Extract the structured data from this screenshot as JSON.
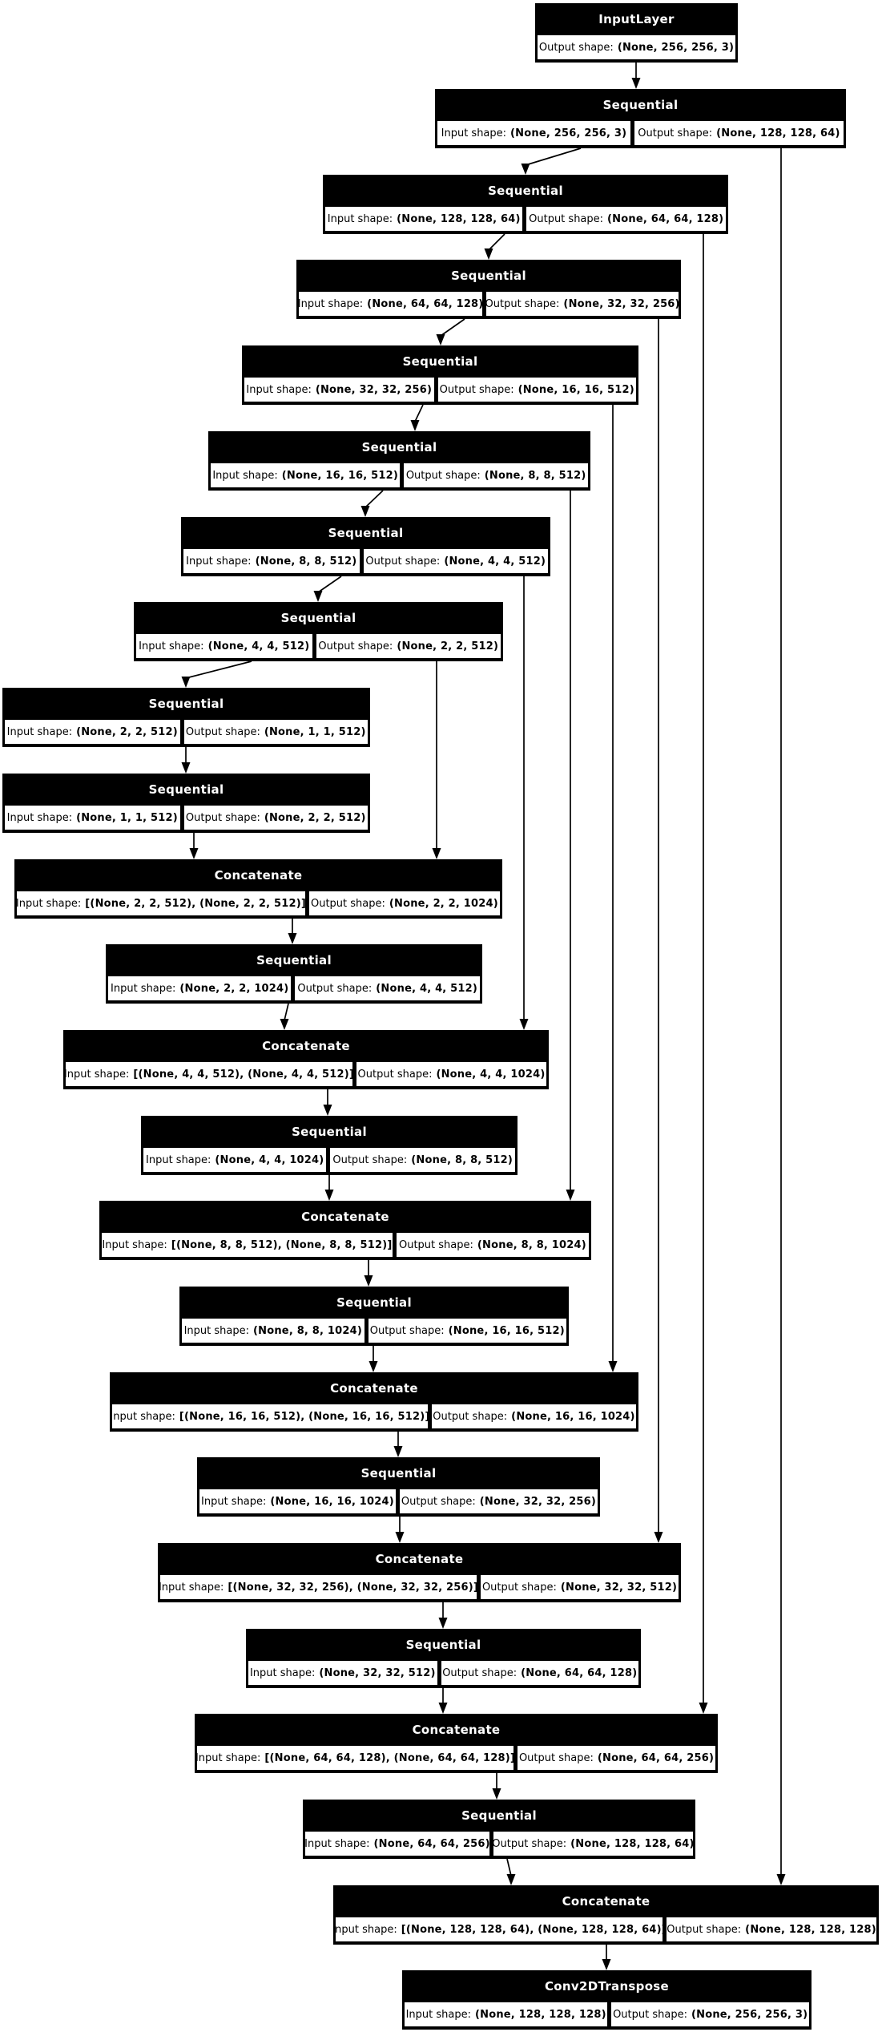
{
  "diagram": {
    "kind": "keras-model-graph",
    "labels": {
      "input_prefix": "Input shape:",
      "output_prefix": "Output shape:"
    },
    "colors": {
      "background": "#ffffff",
      "node_fill": "#000000",
      "node_title_text": "#ffffff",
      "cell_fill": "#ffffff",
      "cell_text": "#000000",
      "edge": "#000000"
    },
    "nodes": [
      {
        "title": "InputLayer",
        "input": null,
        "output": "(None, 256, 256, 3)"
      },
      {
        "title": "Sequential",
        "input": "(None, 256, 256, 3)",
        "output": "(None, 128, 128, 64)"
      },
      {
        "title": "Sequential",
        "input": "(None, 128, 128, 64)",
        "output": "(None, 64, 64, 128)"
      },
      {
        "title": "Sequential",
        "input": "(None, 64, 64, 128)",
        "output": "(None, 32, 32, 256)"
      },
      {
        "title": "Sequential",
        "input": "(None, 32, 32, 256)",
        "output": "(None, 16, 16, 512)"
      },
      {
        "title": "Sequential",
        "input": "(None, 16, 16, 512)",
        "output": "(None, 8, 8, 512)"
      },
      {
        "title": "Sequential",
        "input": "(None, 8, 8, 512)",
        "output": "(None, 4, 4, 512)"
      },
      {
        "title": "Sequential",
        "input": "(None, 4, 4, 512)",
        "output": "(None, 2, 2, 512)"
      },
      {
        "title": "Sequential",
        "input": "(None, 2, 2, 512)",
        "output": "(None, 1, 1, 512)"
      },
      {
        "title": "Sequential",
        "input": "(None, 1, 1, 512)",
        "output": "(None, 2, 2, 512)"
      },
      {
        "title": "Concatenate",
        "input": "[(None, 2, 2, 512), (None, 2, 2, 512)]",
        "output": "(None, 2, 2, 1024)"
      },
      {
        "title": "Sequential",
        "input": "(None, 2, 2, 1024)",
        "output": "(None, 4, 4, 512)"
      },
      {
        "title": "Concatenate",
        "input": "[(None, 4, 4, 512), (None, 4, 4, 512)]",
        "output": "(None, 4, 4, 1024)"
      },
      {
        "title": "Sequential",
        "input": "(None, 4, 4, 1024)",
        "output": "(None, 8, 8, 512)"
      },
      {
        "title": "Concatenate",
        "input": "[(None, 8, 8, 512), (None, 8, 8, 512)]",
        "output": "(None, 8, 8, 1024)"
      },
      {
        "title": "Sequential",
        "input": "(None, 8, 8, 1024)",
        "output": "(None, 16, 16, 512)"
      },
      {
        "title": "Concatenate",
        "input": "[(None, 16, 16, 512), (None, 16, 16, 512)]",
        "output": "(None, 16, 16, 1024)"
      },
      {
        "title": "Sequential",
        "input": "(None, 16, 16, 1024)",
        "output": "(None, 32, 32, 256)"
      },
      {
        "title": "Concatenate",
        "input": "[(None, 32, 32, 256), (None, 32, 32, 256)]",
        "output": "(None, 32, 32, 512)"
      },
      {
        "title": "Sequential",
        "input": "(None, 32, 32, 512)",
        "output": "(None, 64, 64, 128)"
      },
      {
        "title": "Concatenate",
        "input": "[(None, 64, 64, 128), (None, 64, 64, 128)]",
        "output": "(None, 64, 64, 256)"
      },
      {
        "title": "Sequential",
        "input": "(None, 64, 64, 256)",
        "output": "(None, 128, 128, 64)"
      },
      {
        "title": "Concatenate",
        "input": "[(None, 128, 128, 64), (None, 128, 128, 64)]",
        "output": "(None, 128, 128, 128)"
      },
      {
        "title": "Conv2DTranspose",
        "input": "(None, 128, 128, 128)",
        "output": "(None, 256, 256, 3)"
      }
    ],
    "edges": [
      {
        "from": 0,
        "to": 1,
        "kind": "chain"
      },
      {
        "from": 1,
        "to": 2,
        "kind": "chain"
      },
      {
        "from": 2,
        "to": 3,
        "kind": "chain"
      },
      {
        "from": 3,
        "to": 4,
        "kind": "chain"
      },
      {
        "from": 4,
        "to": 5,
        "kind": "chain"
      },
      {
        "from": 5,
        "to": 6,
        "kind": "chain"
      },
      {
        "from": 6,
        "to": 7,
        "kind": "chain"
      },
      {
        "from": 7,
        "to": 8,
        "kind": "chain"
      },
      {
        "from": 8,
        "to": 9,
        "kind": "chain"
      },
      {
        "from": 9,
        "to": 10,
        "kind": "chain"
      },
      {
        "from": 10,
        "to": 11,
        "kind": "chain"
      },
      {
        "from": 11,
        "to": 12,
        "kind": "chain"
      },
      {
        "from": 12,
        "to": 13,
        "kind": "chain"
      },
      {
        "from": 13,
        "to": 14,
        "kind": "chain"
      },
      {
        "from": 14,
        "to": 15,
        "kind": "chain"
      },
      {
        "from": 15,
        "to": 16,
        "kind": "chain"
      },
      {
        "from": 16,
        "to": 17,
        "kind": "chain"
      },
      {
        "from": 17,
        "to": 18,
        "kind": "chain"
      },
      {
        "from": 18,
        "to": 19,
        "kind": "chain"
      },
      {
        "from": 19,
        "to": 20,
        "kind": "chain"
      },
      {
        "from": 20,
        "to": 21,
        "kind": "chain"
      },
      {
        "from": 21,
        "to": 22,
        "kind": "chain"
      },
      {
        "from": 22,
        "to": 23,
        "kind": "chain"
      },
      {
        "from": 1,
        "to": 22,
        "kind": "skip"
      },
      {
        "from": 2,
        "to": 20,
        "kind": "skip"
      },
      {
        "from": 3,
        "to": 18,
        "kind": "skip"
      },
      {
        "from": 4,
        "to": 16,
        "kind": "skip"
      },
      {
        "from": 5,
        "to": 14,
        "kind": "skip"
      },
      {
        "from": 6,
        "to": 12,
        "kind": "skip"
      },
      {
        "from": 7,
        "to": 10,
        "kind": "skip"
      }
    ]
  }
}
